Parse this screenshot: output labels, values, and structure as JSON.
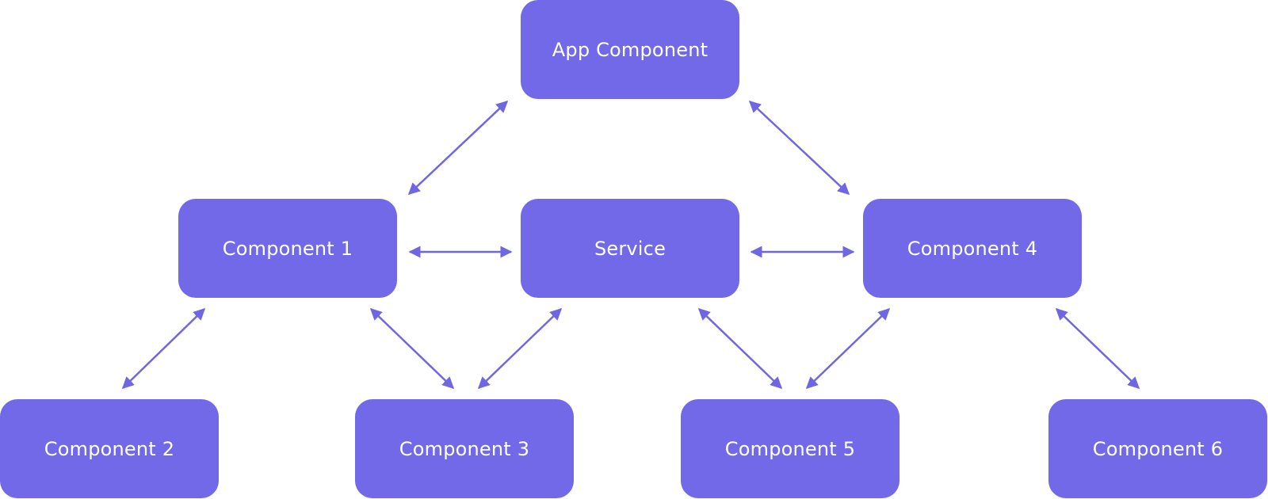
{
  "colors": {
    "node_fill": "#7169e8",
    "edge": "#6f66e3",
    "text": "#ffffff",
    "background": "#ffffff"
  },
  "nodes": {
    "app": "App Component",
    "component1": "Component 1",
    "service": "Service",
    "component4": "Component 4",
    "component2": "Component 2",
    "component3": "Component 3",
    "component5": "Component 5",
    "component6": "Component 6"
  },
  "edges": [
    {
      "from": "app",
      "to": "component1",
      "direction": "both"
    },
    {
      "from": "app",
      "to": "component4",
      "direction": "both"
    },
    {
      "from": "component1",
      "to": "service",
      "direction": "both"
    },
    {
      "from": "service",
      "to": "component4",
      "direction": "both"
    },
    {
      "from": "component1",
      "to": "component2",
      "direction": "both"
    },
    {
      "from": "component1",
      "to": "component3",
      "direction": "both"
    },
    {
      "from": "service",
      "to": "component3",
      "direction": "both"
    },
    {
      "from": "service",
      "to": "component5",
      "direction": "both"
    },
    {
      "from": "component4",
      "to": "component5",
      "direction": "both"
    },
    {
      "from": "component4",
      "to": "component6",
      "direction": "both"
    }
  ]
}
